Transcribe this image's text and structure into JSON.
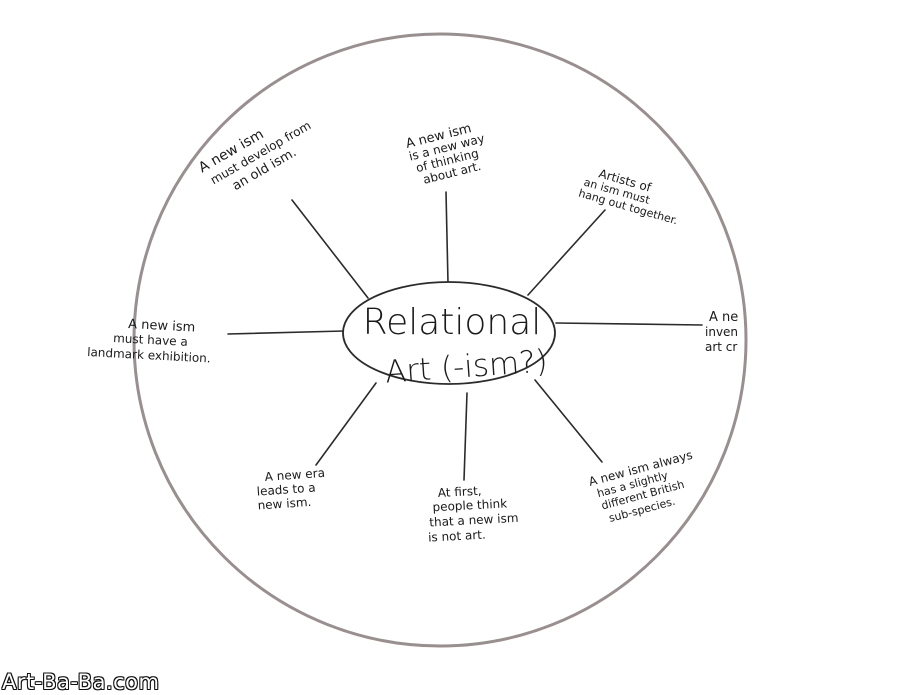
{
  "diagram": {
    "center": {
      "line1": "Relational",
      "line2": "Art (-ism?)"
    },
    "nodes": {
      "top_left": [
        "A new ism",
        "must develop from",
        "an old ism."
      ],
      "top": [
        "A new ism",
        "is a new way",
        "of thinking",
        "about art."
      ],
      "top_right": [
        "Artists of",
        "an ism must",
        "hang out together."
      ],
      "left": [
        "A new ism",
        "must have a",
        "landmark exhibition."
      ],
      "right": [
        "A ne",
        "inven",
        "art cr"
      ],
      "bottom_left": [
        "A new era",
        "leads to a",
        "new ism."
      ],
      "bottom": [
        "At first,",
        "people think",
        "that a new ism",
        "is not art."
      ],
      "bottom_right": [
        "A new ism always",
        "has a slightly",
        "different British",
        "sub-species."
      ]
    }
  },
  "watermark": "Art-Ba-Ba.com",
  "colors": {
    "circle": "#9a8f8f",
    "ink": "#1a1a1a",
    "background": "#ffffff"
  }
}
